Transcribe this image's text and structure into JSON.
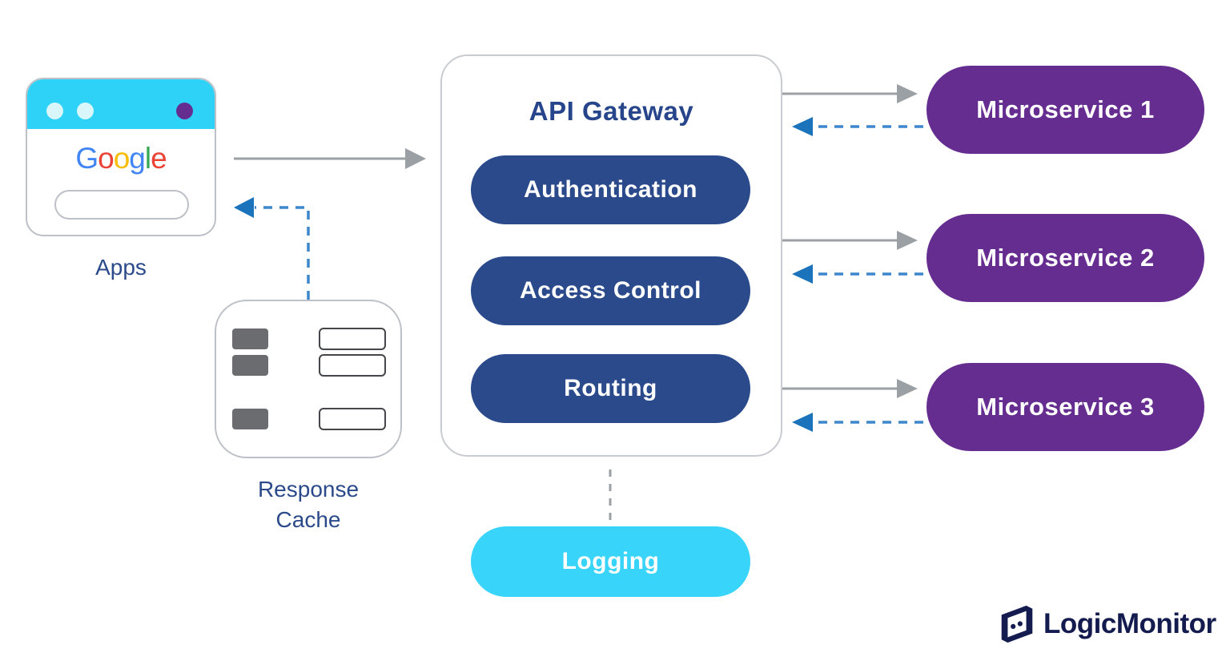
{
  "colors": {
    "cyan": "#2ED2F7",
    "logging_cyan": "#38D4F9",
    "navy_pill": "#2B4A8C",
    "heading_blue": "#26458B",
    "label_blue": "#2B4A8B",
    "purple": "#662D91",
    "arrow_gray": "#9BA0A5",
    "dashed_blue": "#3F87CC",
    "arrow_blue_head": "#1B74BB",
    "border_gray": "#BCC1C7",
    "gateway_border": "#C8CCD0",
    "cache_dark": "#6B6C6F",
    "brand_navy": "#141B4E"
  },
  "apps": {
    "label": "Apps",
    "google_letters": [
      {
        "ch": "G",
        "color": "#4285F4"
      },
      {
        "ch": "o",
        "color": "#EA4335"
      },
      {
        "ch": "o",
        "color": "#FBBC05"
      },
      {
        "ch": "g",
        "color": "#4285F4"
      },
      {
        "ch": "l",
        "color": "#34A853"
      },
      {
        "ch": "e",
        "color": "#EA4335"
      }
    ]
  },
  "response_cache": {
    "label": [
      "Response",
      "Cache"
    ]
  },
  "api_gateway": {
    "title": "API Gateway",
    "pills": [
      {
        "label": "Authentication"
      },
      {
        "label": "Access Control"
      },
      {
        "label": "Routing"
      }
    ]
  },
  "logging": {
    "label": "Logging"
  },
  "microservices": [
    {
      "label": "Microservice 1"
    },
    {
      "label": "Microservice 2"
    },
    {
      "label": "Microservice 3"
    }
  ],
  "brand": {
    "name": "LogicMonitor"
  }
}
